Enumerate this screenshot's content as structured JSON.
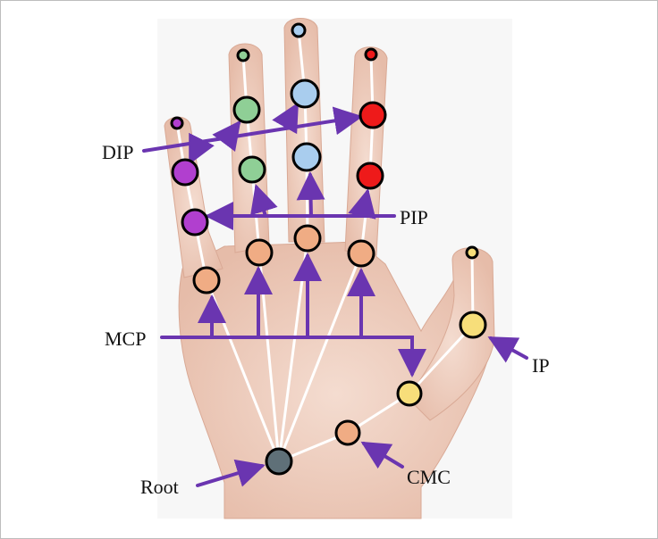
{
  "labels": {
    "dip": "DIP",
    "pip": "PIP",
    "mcp": "MCP",
    "ip": "IP",
    "cmc": "CMC",
    "root": "Root"
  },
  "colors": {
    "background": "#ffffff",
    "skin_light": "#f1d5c8",
    "skin_mid": "#e8bfae",
    "skeleton_line": "#ffffff",
    "arrow": "#6a35b0",
    "joint_outline": "#000000",
    "root_joint": "#5f7078",
    "thumb_joint": "#f7de7a",
    "mcp_joint": "#f0ac84",
    "index_joint": "#8fcf96",
    "middle_joint": "#a9cdee",
    "ring_joint": "#ee1a1a",
    "pinky_joint": "#b13fcf"
  }
}
